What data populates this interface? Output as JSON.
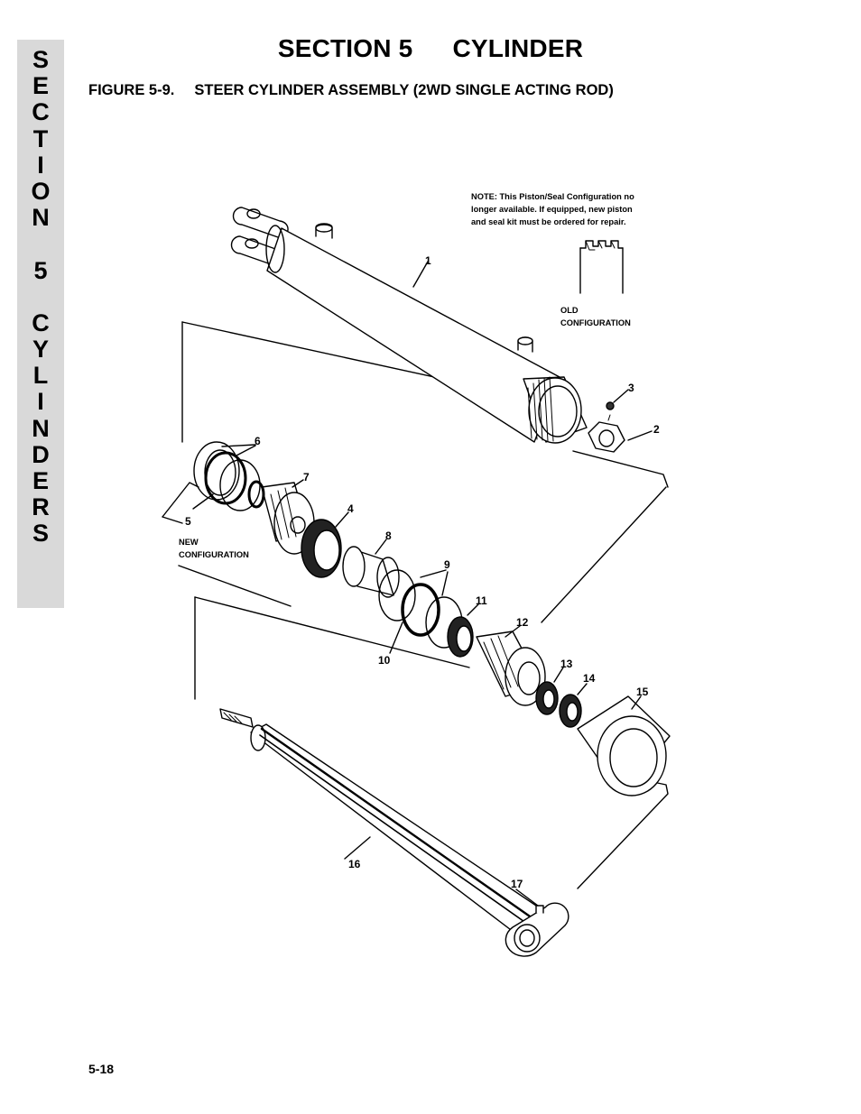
{
  "side_tab": {
    "letters": [
      "S",
      "E",
      "C",
      "T",
      "I",
      "O",
      "N",
      "",
      "5",
      "",
      "C",
      "Y",
      "L",
      "I",
      "N",
      "D",
      "E",
      "R",
      "S"
    ]
  },
  "header": {
    "section": "SECTION 5",
    "chapter": "CYLINDER"
  },
  "figure": {
    "number": "FIGURE 5-9.",
    "title": "STEER CYLINDER ASSEMBLY (2WD SINGLE ACTING ROD)"
  },
  "note": {
    "lines": [
      "NOTE: This Piston/Seal Configuration no",
      "longer available. If equipped, new piston",
      "and seal kit must be ordered for repair."
    ]
  },
  "old_config": {
    "line1": "OLD",
    "line2": "CONFIGURATION"
  },
  "new_config": {
    "line1": "NEW",
    "line2": "CONFIGURATION"
  },
  "callouts": {
    "c1": "1",
    "c2": "2",
    "c3": "3",
    "c4": "4",
    "c5": "5",
    "c6": "6",
    "c7": "7",
    "c8": "8",
    "c9": "9",
    "c10": "10",
    "c11": "11",
    "c12": "12",
    "c13": "13",
    "c14": "14",
    "c15": "15",
    "c16": "16",
    "c17": "17"
  },
  "footer": {
    "page_number": "5-18"
  }
}
